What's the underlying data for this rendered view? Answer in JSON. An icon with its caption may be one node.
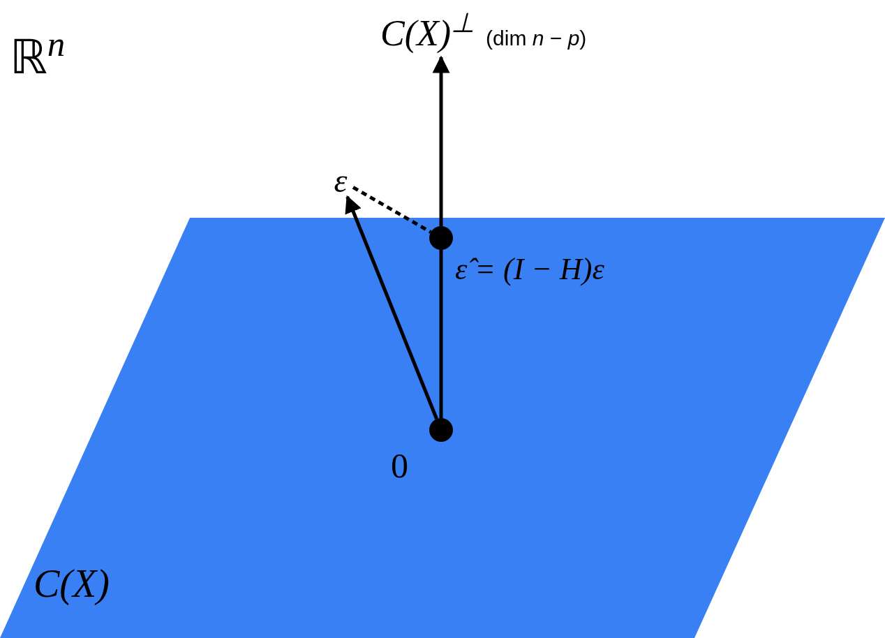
{
  "diagram": {
    "nodes": [
      {
        "text": [
          "C(X)"
        ]
      },
      {
        "text": [],
        "shape": "circle",
        "in": 0,
        "beside": [
          "0"
        ]
      },
      {
        "text": [],
        "shape": "circle",
        "in": 0,
        "beside": [
          "ε̂ = (I − H)ε"
        ]
      },
      {
        "text": [
          "ε"
        ]
      },
      {
        "text": [
          "C(X)$^{⊥}$",
          "(dim *n* − *p*)"
        ]
      }
    ],
    "edges": [
      {
        "from": 1,
        "to": 2,
        "arrow": "none"
      },
      {
        "from": 2,
        "to": 4,
        "arrow": "to"
      },
      {
        "from": 1,
        "to": 3,
        "arrow": "to"
      },
      {
        "from": 3,
        "to": 2,
        "arrow": "none",
        "style": "dashed"
      }
    ],
    "labels": [
      "ℝ$^{n}$"
    ]
  }
}
